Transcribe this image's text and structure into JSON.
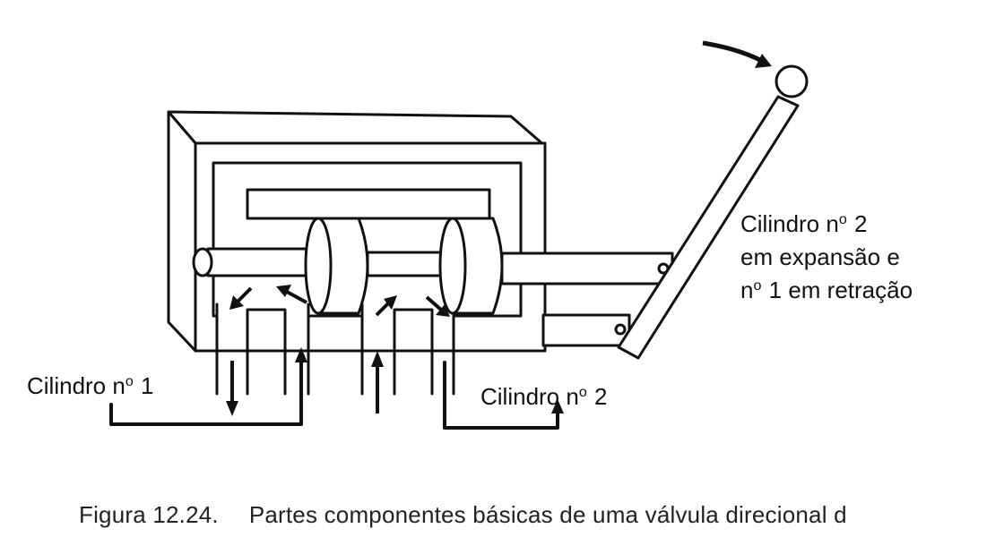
{
  "labels": {
    "cyl2_expansion": {
      "l1_pre": "Cilindro n",
      "l1_sup": "o",
      "l1_post": " 2",
      "l2": "em expansão e",
      "l3_pre": "n",
      "l3_sup": "o",
      "l3_post": " 1 em retração"
    },
    "cyl1": {
      "pre": "Cilindro n",
      "sup": "o",
      "post": " 1"
    },
    "cyl2": {
      "pre": "Cilindro n",
      "sup": "o",
      "post": " 2"
    }
  },
  "caption": {
    "number": "Figura 12.24.",
    "text": "Partes componentes básicas de uma válvula direcional d"
  }
}
